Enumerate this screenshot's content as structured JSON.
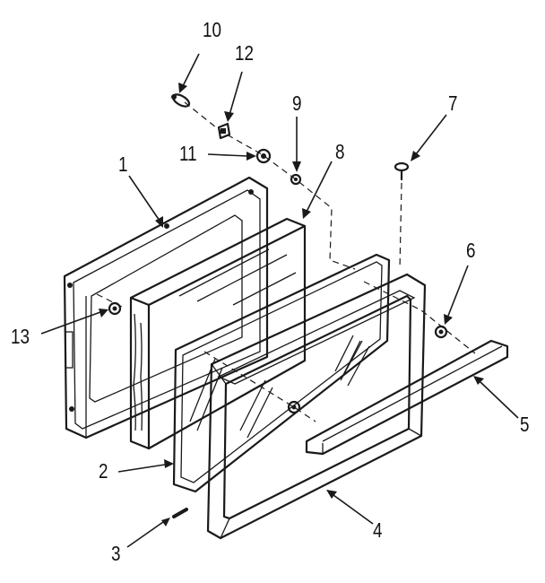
{
  "diagram": {
    "callouts": [
      {
        "id": "c10",
        "text": "10"
      },
      {
        "id": "c12",
        "text": "12"
      },
      {
        "id": "c9",
        "text": "9"
      },
      {
        "id": "c7",
        "text": "7"
      },
      {
        "id": "c11",
        "text": "11"
      },
      {
        "id": "c8",
        "text": "8"
      },
      {
        "id": "c1",
        "text": "1"
      },
      {
        "id": "c6",
        "text": "6"
      },
      {
        "id": "c13",
        "text": "13"
      },
      {
        "id": "c5",
        "text": "5"
      },
      {
        "id": "c2",
        "text": "2"
      },
      {
        "id": "c3",
        "text": "3"
      },
      {
        "id": "c4",
        "text": "4"
      }
    ]
  }
}
